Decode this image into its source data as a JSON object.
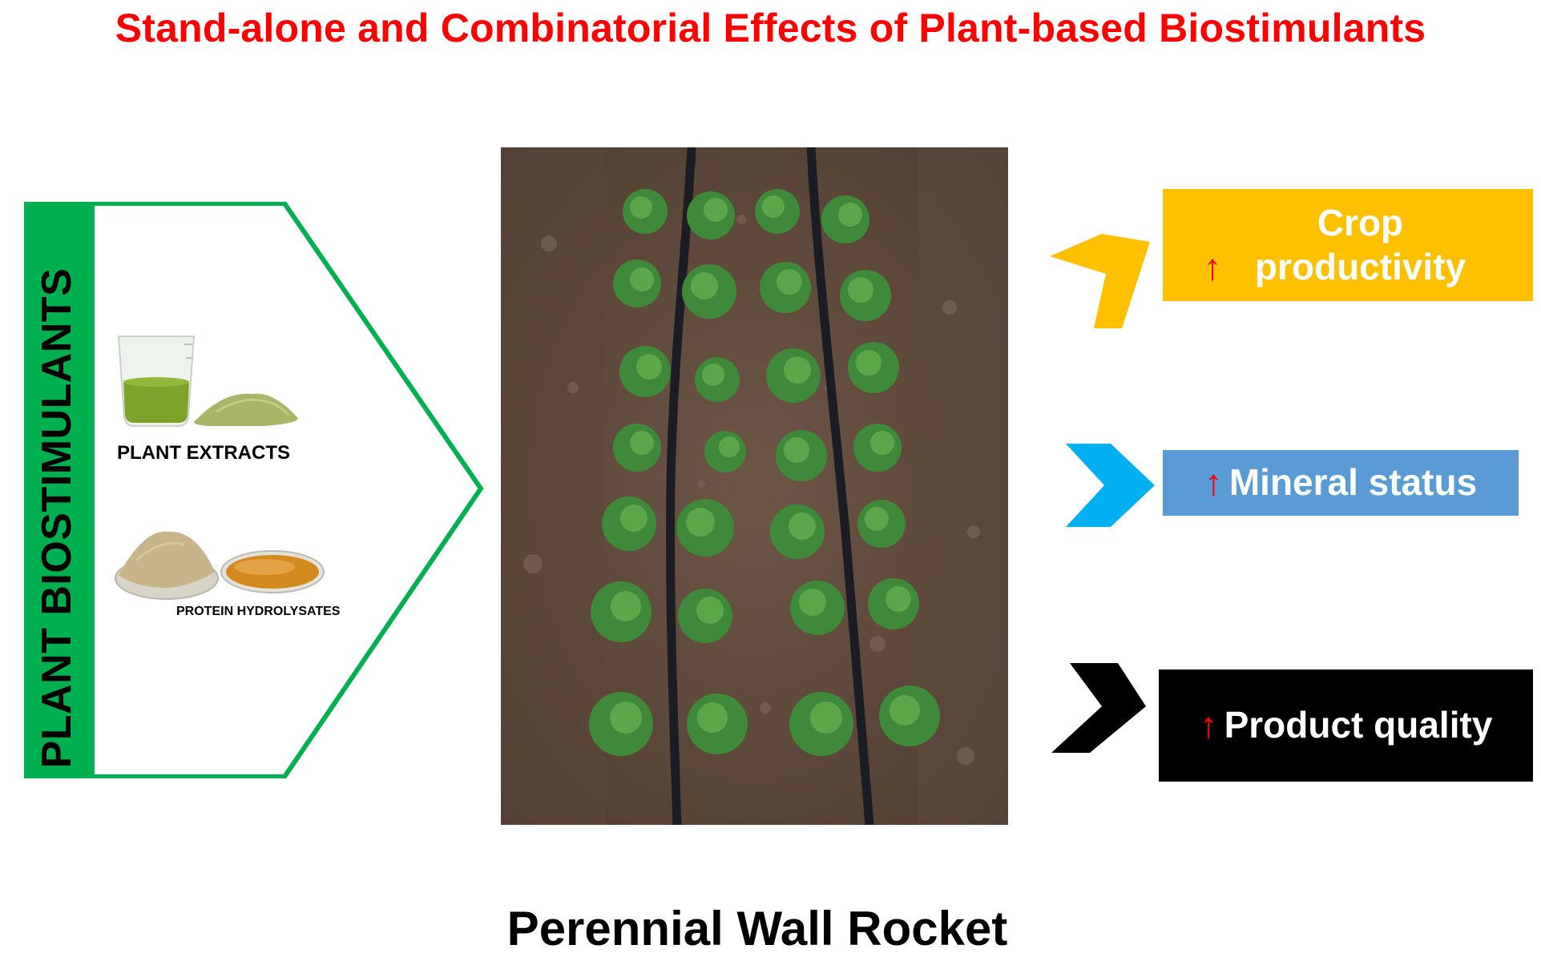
{
  "title": "Stand-alone and Combinatorial Effects of Plant-based Biostimulants",
  "left_panel": {
    "vertical_label": "PLANT BIOSTIMULANTS",
    "extracts_label": "PLANT EXTRACTS",
    "hydrolysates_label": "PROTEIN HYDROLYSATES"
  },
  "caption": "Perennial Wall Rocket",
  "outcomes": [
    {
      "arrow": "↑",
      "label": "Crop productivity",
      "color": "#ffc000"
    },
    {
      "arrow": "↑",
      "label": "Mineral status",
      "color": "#5b9bd5"
    },
    {
      "arrow": "↑",
      "label": "Product quality",
      "color": "#000000"
    }
  ],
  "colors": {
    "title": "#ff0000",
    "panel_border": "#00b050",
    "chevron_top": "#ffc000",
    "chevron_middle": "#00b0f0",
    "chevron_bottom": "#000000"
  }
}
